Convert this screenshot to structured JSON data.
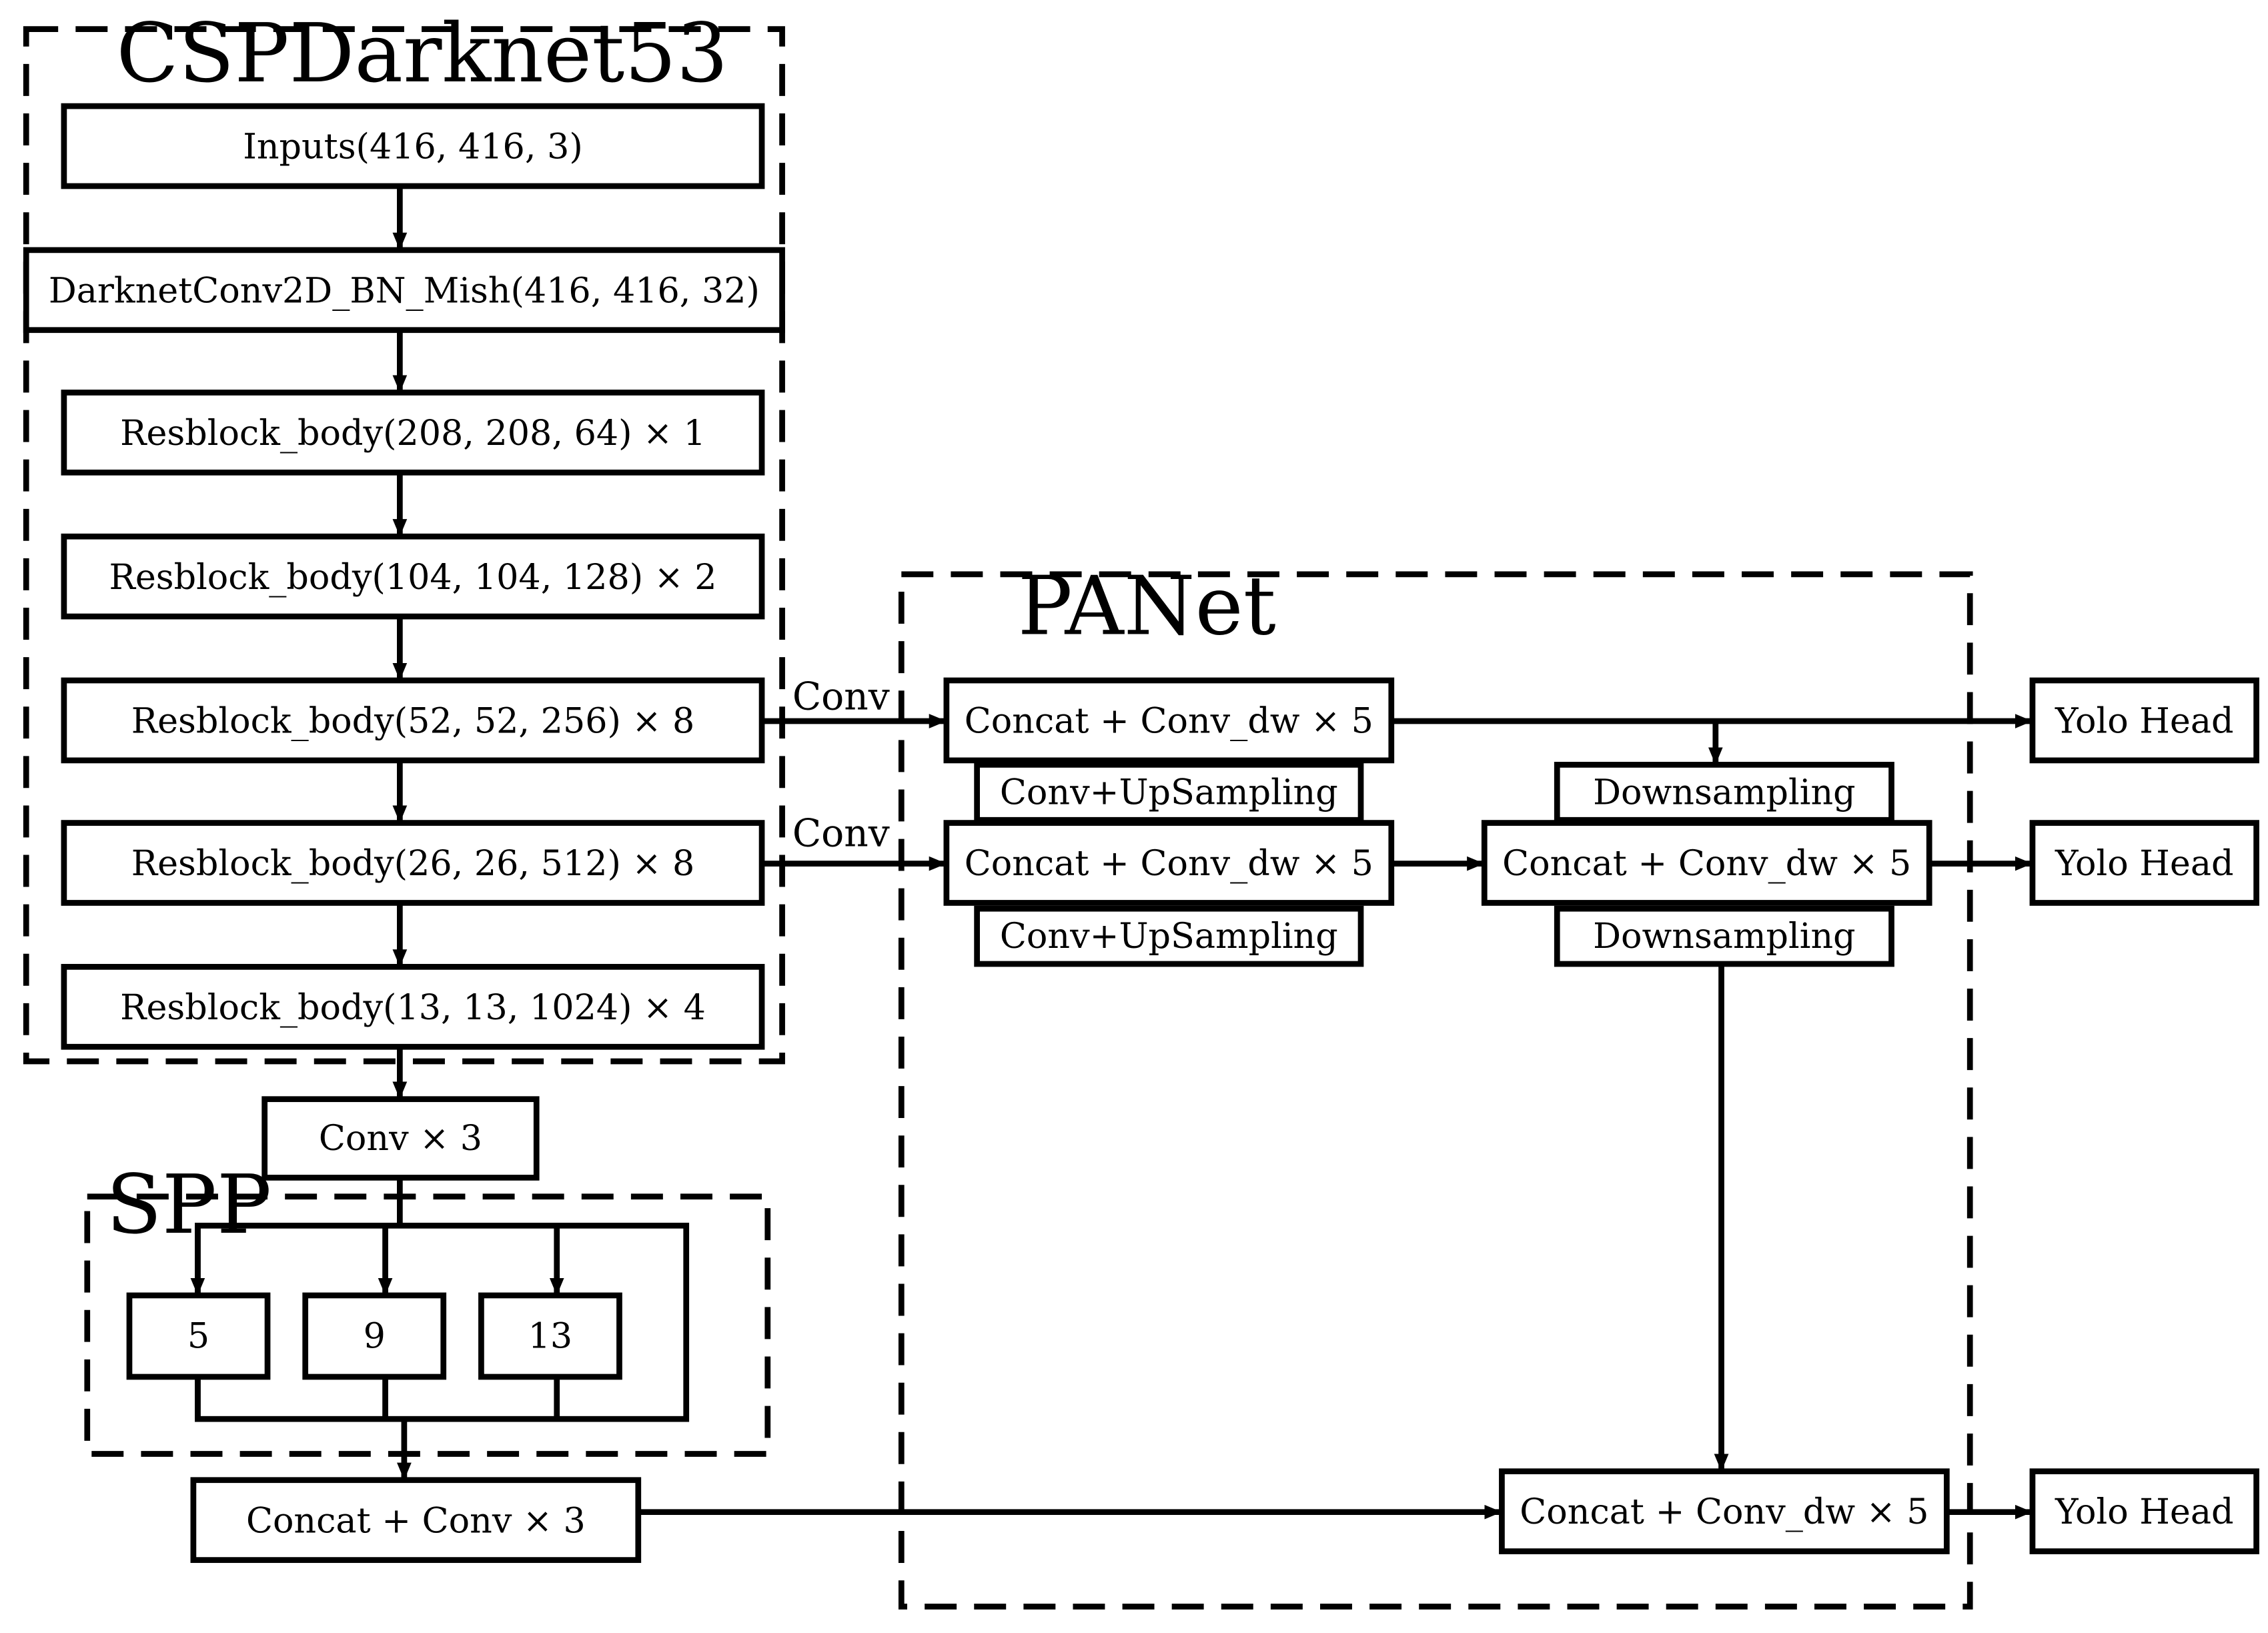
{
  "colors": {
    "stroke": "#000000",
    "fill": "#ffffff",
    "text": "#000000"
  },
  "groups": {
    "cspdarknet": "CSPDarknet53",
    "panet": "PANet",
    "spp": "SPP"
  },
  "nodes": {
    "inputs": "Inputs(416, 416, 3)",
    "darknet_conv": "DarknetConv2D_BN_Mish(416, 416, 32)",
    "res1": "Resblock_body(208, 208, 64) × 1",
    "res2": "Resblock_body(104, 104, 128) × 2",
    "res3": "Resblock_body(52, 52, 256) × 8",
    "res4": "Resblock_body(26, 26, 512) × 8",
    "res5": "Resblock_body(13, 13, 1024) × 4",
    "conv3": "Conv × 3",
    "pool5": "5",
    "pool9": "9",
    "pool13": "13",
    "concat_conv3": "Concat + Conv × 3",
    "p_concat1": "Concat + Conv_dw × 5",
    "p_concat2": "Concat + Conv_dw × 5",
    "p_concat3": "Concat + Conv_dw × 5",
    "p_concat4": "Concat + Conv_dw × 5",
    "upsample1": "Conv+UpSampling",
    "upsample2": "Conv+UpSampling",
    "downsample1": "Downsampling",
    "downsample2": "Downsampling",
    "yolo1": "Yolo Head",
    "yolo2": "Yolo Head",
    "yolo3": "Yolo Head"
  },
  "edge_labels": {
    "conv_a": "Conv",
    "conv_b": "Conv"
  }
}
